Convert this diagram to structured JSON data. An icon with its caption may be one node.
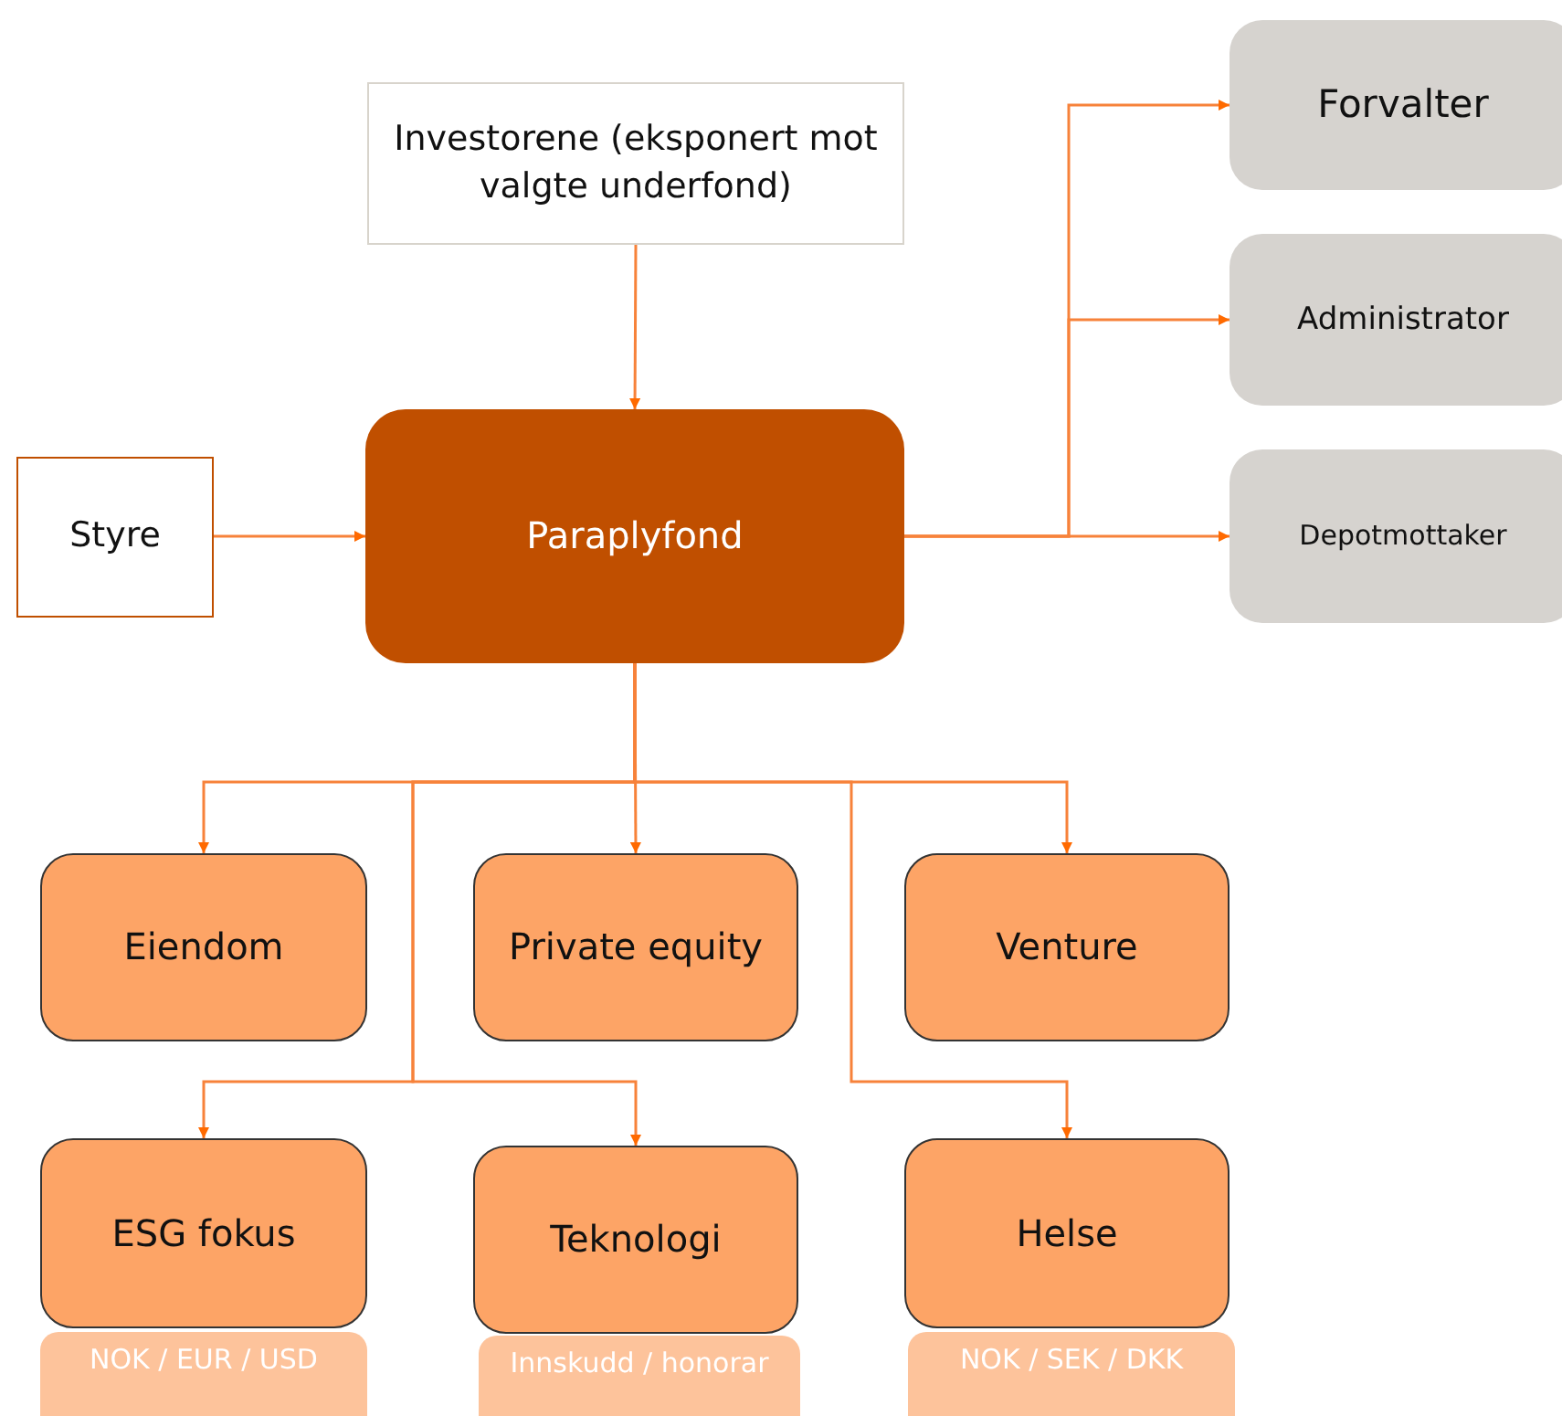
{
  "diagram": {
    "nodes": [
      {
        "text": [
          "Investorene (eksponert mot valgte underfond)"
        ]
      },
      {
        "text": [
          "Styre"
        ]
      },
      {
        "text": [
          "Paraplyfond"
        ]
      },
      {
        "text": [
          "Forvalter"
        ]
      },
      {
        "text": [
          "Administrator"
        ]
      },
      {
        "text": [
          "Depotmottaker"
        ]
      },
      {
        "text": [
          "Eiendom"
        ]
      },
      {
        "text": [
          "Private equity"
        ]
      },
      {
        "text": [
          "Venture"
        ]
      },
      {
        "text": [
          "ESG fokus"
        ]
      },
      {
        "text": [
          "Teknologi"
        ]
      },
      {
        "text": [
          "Helse"
        ]
      },
      {
        "text": [
          "NOK / EUR / USD"
        ]
      },
      {
        "text": [
          "Innskudd / honorar"
        ]
      },
      {
        "text": [
          "NOK / SEK / DKK"
        ]
      }
    ],
    "edges": [
      {
        "from": 0,
        "to": 2,
        "arrow": "to"
      },
      {
        "from": 1,
        "to": 2,
        "arrow": "to"
      },
      {
        "from": 2,
        "to": 3,
        "arrow": "to"
      },
      {
        "from": 2,
        "to": 4,
        "arrow": "to"
      },
      {
        "from": 2,
        "to": 5,
        "arrow": "to"
      },
      {
        "from": 2,
        "to": 6,
        "arrow": "to"
      },
      {
        "from": 2,
        "to": 7,
        "arrow": "to"
      },
      {
        "from": 2,
        "to": 8,
        "arrow": "to"
      },
      {
        "from": 2,
        "to": 9,
        "arrow": "to"
      },
      {
        "from": 2,
        "to": 10,
        "arrow": "to"
      },
      {
        "from": 2,
        "to": 11,
        "arrow": "to"
      }
    ]
  }
}
